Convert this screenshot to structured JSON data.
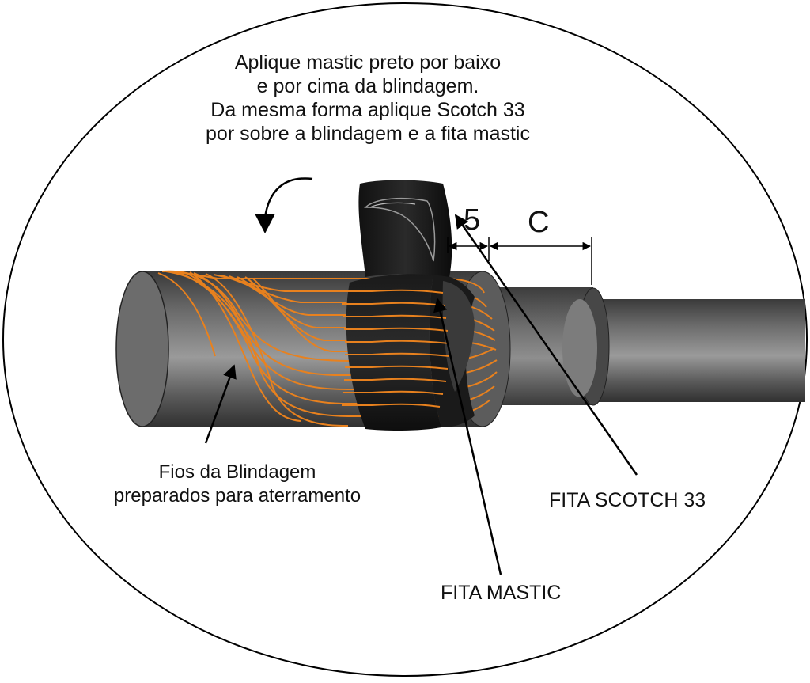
{
  "instruction": {
    "lines": [
      "Aplique mastic preto por baixo",
      "e por cima da blindagem.",
      "Da mesma forma aplique Scotch 33",
      "por sobre a blindagem e a fita mastic"
    ]
  },
  "dimensions": {
    "five": "5",
    "c": "C"
  },
  "labels": {
    "fios_line1": "Fios da Blindagem",
    "fios_line2": "preparados para aterramento",
    "fita_scotch": "FITA SCOTCH 33",
    "fita_mastic": "FITA MASTIC"
  },
  "colors": {
    "wire": "#e8811e",
    "tape": "#151515",
    "cable": "#6e6e6e",
    "outline": "#000000"
  }
}
